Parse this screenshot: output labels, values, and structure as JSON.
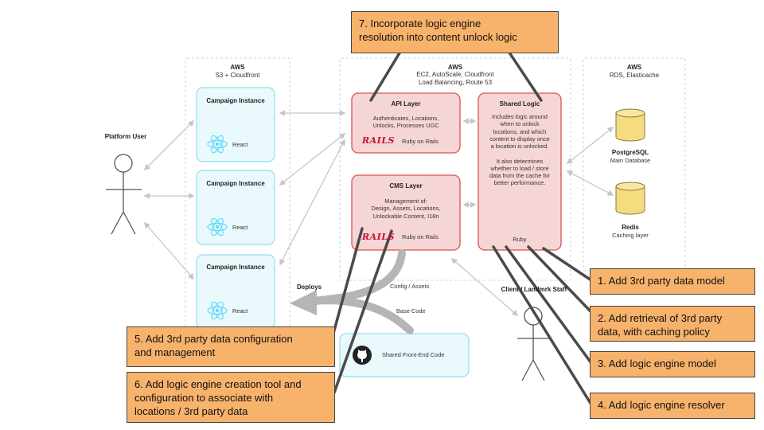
{
  "zones": {
    "s3": {
      "title": "AWS",
      "subtitle": "S3 + Cloudfront"
    },
    "ec2": {
      "title": "AWS",
      "subtitle": "EC2, AutoScale, Cloudfront\nLoad Balancing, Route 53"
    },
    "rds": {
      "title": "AWS",
      "subtitle": "RDS, Elasticache"
    }
  },
  "actors": {
    "platform_user": "Platform User",
    "client_staff": "Client / Landmrk Staff"
  },
  "campaigns": [
    {
      "title": "Campaign Instance",
      "tech": "React"
    },
    {
      "title": "Campaign Instance",
      "tech": "React"
    },
    {
      "title": "Campaign Instance",
      "tech": "React"
    }
  ],
  "api_layer": {
    "title": "API Layer",
    "description": "Authenticates, Locations,\nUnlocks, Processes UGC",
    "logo": "RAILS",
    "tech": "Ruby on Rails"
  },
  "cms_layer": {
    "title": "CMS Layer",
    "description": "Management of:\nDesign, Assets, Locations,\nUnlockable Content, I18n",
    "logo": "RAILS",
    "tech": "Ruby on Rails"
  },
  "shared_logic": {
    "title": "Shared Logic",
    "description": "Includes logic around\nwhen to unlock\nlocations, and which\ncontent to display once\na location is unlocked.\n\nIt also determines\nwhether to load / store\ndata from the cache for\nbetter performance.",
    "tech": "Ruby"
  },
  "databases": {
    "postgres": {
      "name": "PostgreSQL",
      "role": "Main Database"
    },
    "redis": {
      "name": "Redis",
      "role": "Caching layer"
    }
  },
  "shared_frontend": {
    "label": "Shared Front-End Code"
  },
  "flow_labels": {
    "deploys": "Deploys",
    "config_assets": "Config / Assets",
    "base_code": "Base Code"
  },
  "callouts": {
    "c7": "7. Incorporate logic engine\nresolution into content unlock logic",
    "c1": "1. Add 3rd party data model",
    "c2": "2. Add retrieval of 3rd party\ndata, with caching policy",
    "c3": "3. Add logic engine model",
    "c4": "4. Add logic engine resolver",
    "c5": "5. Add 3rd party data configuration\nand management",
    "c6": "6. Add logic engine creation tool and\nconfiguration to associate with\nlocations / 3rd party data"
  },
  "colors": {
    "callout_fill": "#f7b26b",
    "red_box_fill": "#f6d5d7",
    "red_box_stroke": "#d9534f",
    "cyan_box_fill": "#e9f9fc",
    "cyan_box_stroke": "#8ee0ee",
    "db_fill": "#f5dc7e",
    "react_blue": "#61dafb"
  }
}
